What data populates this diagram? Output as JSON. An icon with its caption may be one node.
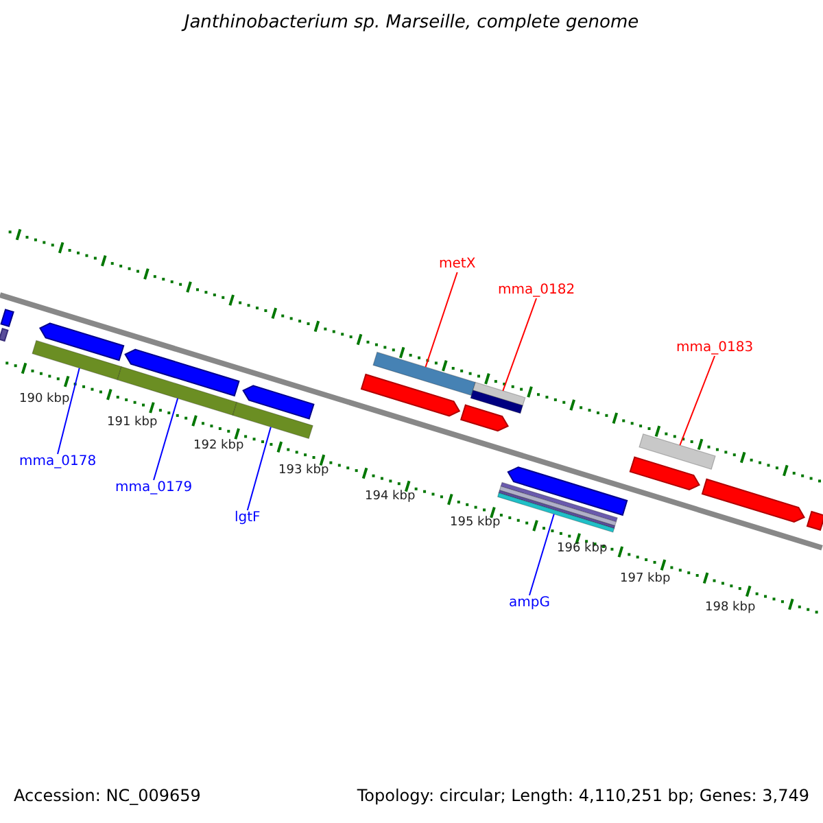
{
  "diagram": {
    "title": "Janthinobacterium sp. Marseille, complete genome",
    "nodes": [
      {
        "text": [
          "metX"
        ]
      },
      {
        "text": [
          "mma_0182"
        ]
      },
      {
        "text": [
          "mma_0183"
        ]
      },
      {
        "text": [
          "mma_0178"
        ]
      },
      {
        "text": [
          "mma_0179"
        ]
      },
      {
        "text": [
          "lgtF"
        ]
      },
      {
        "text": [
          "ampG"
        ]
      },
      {
        "text": [],
        "shape": "bar"
      },
      {
        "text": [],
        "shape": "bar"
      },
      {
        "text": [],
        "shape": "bar"
      },
      {
        "text": [],
        "shape": "bar"
      },
      {
        "text": [],
        "shape": "bar"
      },
      {
        "text": [],
        "shape": "bar"
      },
      {
        "text": [],
        "shape": "bar"
      }
    ],
    "edges": [
      {
        "from": 0,
        "to": 7,
        "arrow": "none",
        "color": "#ff0000"
      },
      {
        "from": 1,
        "to": 8,
        "arrow": "none",
        "color": "#ff0000"
      },
      {
        "from": 2,
        "to": 9,
        "arrow": "none",
        "color": "#ff0000"
      },
      {
        "from": 3,
        "to": 10,
        "arrow": "none"
      },
      {
        "from": 4,
        "to": 11,
        "arrow": "none"
      },
      {
        "from": 5,
        "to": 12,
        "arrow": "none"
      },
      {
        "from": 6,
        "to": 13,
        "arrow": "none"
      }
    ],
    "labels": [
      "190 kbp",
      "191 kbp",
      "192 kbp",
      "193 kbp",
      "194 kbp",
      "195 kbp",
      "196 kbp",
      "197 kbp",
      "198 kbp",
      "Accession: NC_009659",
      "Topology: circular; Length: 4,110,251 bp; Genes: 3,749"
    ]
  }
}
